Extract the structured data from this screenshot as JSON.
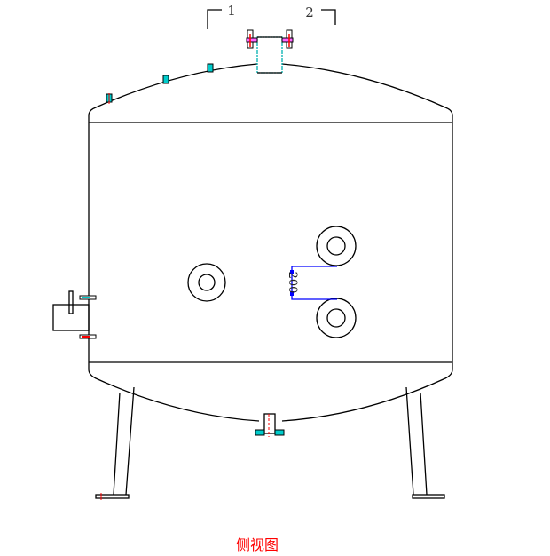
{
  "drawing": {
    "caption": "侧视图",
    "callouts": [
      "1",
      "2"
    ],
    "dimension": "200",
    "colors": {
      "outline": "#000000",
      "dimension": "#0000ff",
      "caption": "#ff0000",
      "bolt": "#ff0000",
      "gasket": "#00c8c8",
      "flange_hatch": "#ff00ff",
      "callout_text": "#c89000"
    }
  }
}
